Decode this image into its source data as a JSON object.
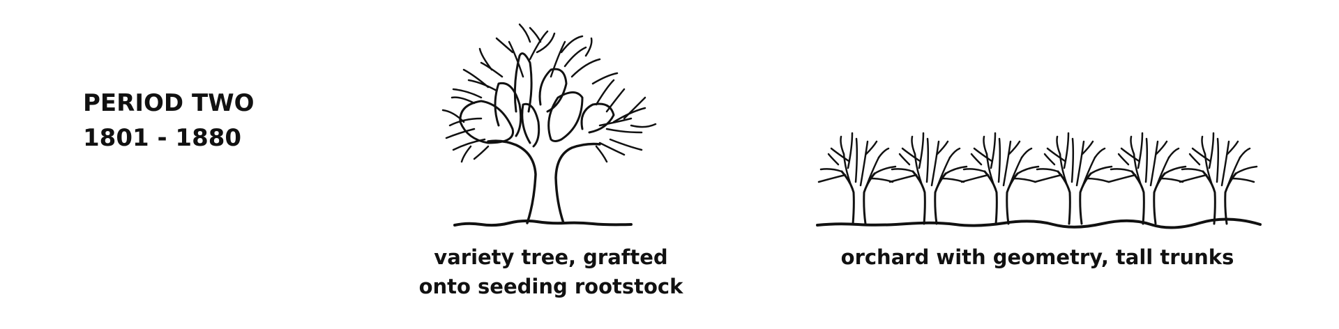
{
  "period": {
    "title": "PERIOD TWO",
    "years": "1801 - 1880"
  },
  "figures": [
    {
      "id": "single-tree",
      "caption_line1": "variety tree, grafted",
      "caption_line2": "onto seeding rootstock",
      "tree_count": 1
    },
    {
      "id": "orchard",
      "caption": "orchard with geometry, tall trunks",
      "tree_count": 6
    }
  ],
  "colors": {
    "ink": "#111111",
    "background": "#ffffff"
  }
}
